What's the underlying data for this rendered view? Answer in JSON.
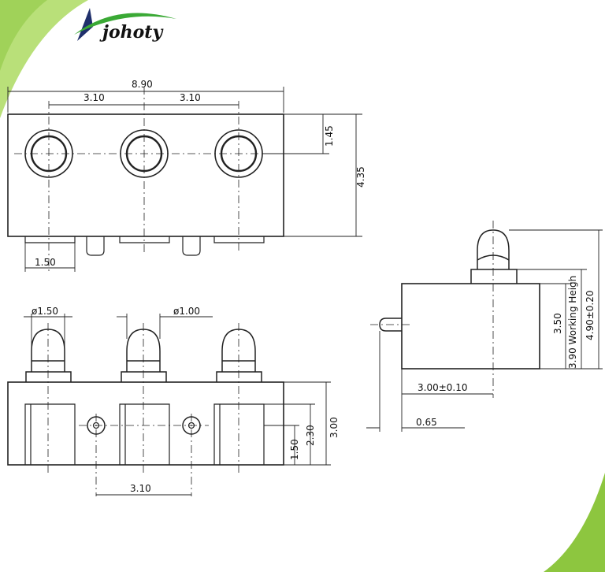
{
  "brand": {
    "name": "johoty",
    "colors": {
      "green": "#8dc63f",
      "navy": "#1f2f6b",
      "accent_green": "#3aa935"
    }
  },
  "drawing": {
    "top_view": {
      "overall_width": "8.90",
      "pitch_left": "3.10",
      "pitch_right": "3.10",
      "hole_offset": "1.45",
      "height": "4.35",
      "tab_width": "1.50"
    },
    "front_view": {
      "pin_diameter": "ø1.50",
      "tip_diameter": "ø1.00",
      "height_low": "1.50",
      "height_mid": "2.30",
      "height_total": "3.00",
      "post_pitch": "3.10"
    },
    "side_view": {
      "working_height_label": "3.90 Working Heigh",
      "compressed_height": "3.50",
      "free_height": "4.90±0.20",
      "body_depth": "3.00±0.10",
      "post_offset": "0.65"
    }
  }
}
